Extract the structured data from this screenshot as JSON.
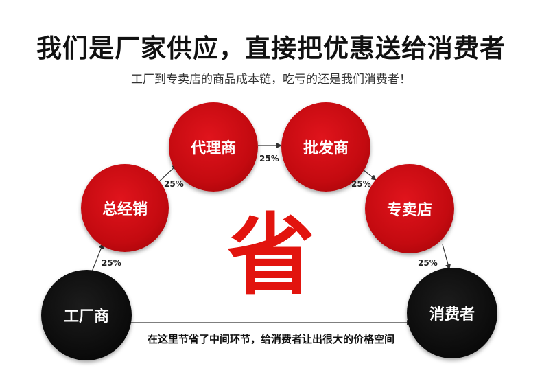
{
  "header": {
    "title": "我们是厂家供应，直接把优惠送给消费者",
    "subtitle": "工厂到专卖店的商品成本链，吃亏的还是我们消费者！"
  },
  "nodes": {
    "factory": "工厂商",
    "distributor": "总经销",
    "agent": "代理商",
    "wholesaler": "批发商",
    "retailer": "专卖店",
    "consumer": "消费者"
  },
  "margins": {
    "factory_to_distributor": "25%",
    "distributor_to_agent": "25%",
    "agent_to_wholesaler": "25%",
    "wholesaler_to_retailer": "25%",
    "retailer_to_consumer": "25%"
  },
  "center_char": "省",
  "bottom_note": "在这里节省了中间环节，给消费者让出很大的价格空间",
  "colors": {
    "accent_red": "#d10d12",
    "node_black": "#0a0a0a"
  }
}
